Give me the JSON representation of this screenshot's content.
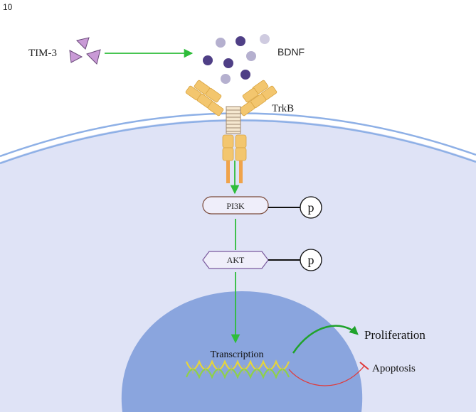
{
  "figure": {
    "panel_number": "10"
  },
  "labels": {
    "tim3": "TIM-3",
    "bdnf": "BDNF",
    "trkb": "TrkB",
    "pi3k": "PI3K",
    "akt": "AKT",
    "phospho": "p",
    "transcription": "Transcription",
    "proliferation": "Proliferation",
    "apoptosis": "Apoptosis"
  },
  "colors": {
    "cell": "#dfe3f6",
    "membrane": "#8eb0e6",
    "nucleus": "#8aa5de",
    "activation_arrow": "#2ebd3a",
    "inhibition_arrow": "#e03a3a",
    "bdnf_dark": "#4f3f86",
    "bdnf_light": "#b5b0cf",
    "tim3_triangle": "#c99ad6",
    "receptor": "#f3c66e",
    "pi3k_border": "#7a4a3a",
    "akt_border": "#7b5a9e"
  },
  "icons": {
    "tim3": "triangle-molecule-icon",
    "bdnf": "circle-molecule-icon",
    "trkb": "receptor-icon",
    "dna": "dna-helix-icon"
  }
}
